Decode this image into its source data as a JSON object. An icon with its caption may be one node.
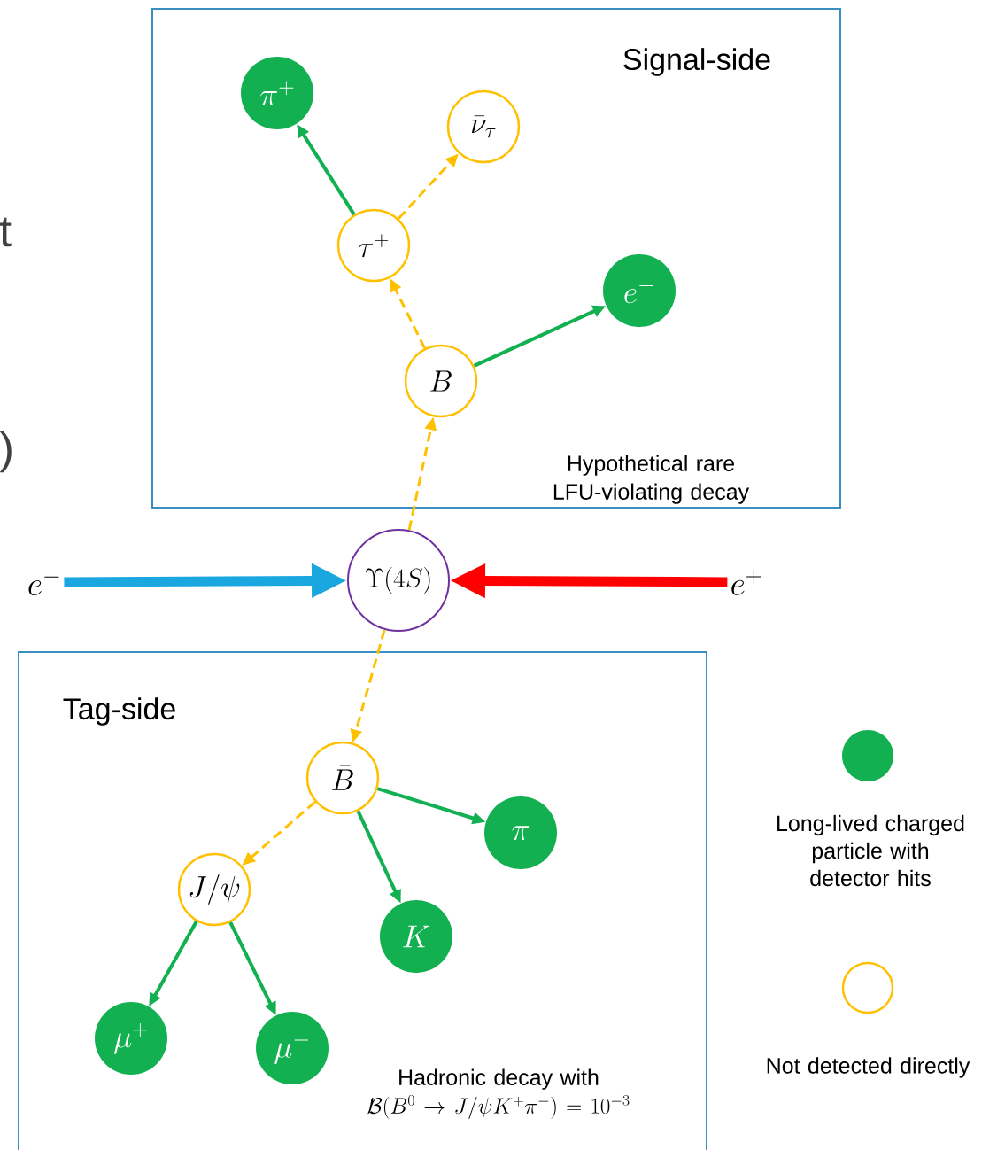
{
  "diagram": {
    "nodes": [
      {
        "text": [
          "Signal-side",
          "Hypothetical rare LFU-violating decay"
        ]
      },
      {
        "text": [
          "\\pi^{+}"
        ],
        "in": 0
      },
      {
        "text": [
          "\\bar{\\nu}_{\\tau}"
        ],
        "in": 0
      },
      {
        "text": [
          "\\tau^{+}"
        ],
        "in": 0
      },
      {
        "text": [
          "e^{-}"
        ],
        "in": 0
      },
      {
        "text": [
          "B"
        ],
        "in": 0
      },
      {
        "text": [
          "\\Upsilon(4S)"
        ]
      },
      {
        "text": [
          "e^{-}"
        ]
      },
      {
        "text": [
          "e^{+}"
        ]
      },
      {
        "text": [
          "Tag-side",
          "Hadronic decay with",
          "\\mathcal{B}(B^{0}\\to J/\\psi K^{+}\\pi^{-}) = 10^{-3}"
        ]
      },
      {
        "text": [
          "\\bar{B}"
        ],
        "in": 9
      },
      {
        "text": [
          "\\pi"
        ],
        "in": 9
      },
      {
        "text": [
          "J/\\psi"
        ],
        "in": 9
      },
      {
        "text": [
          "K"
        ],
        "in": 9
      },
      {
        "text": [
          "\\mu^{+}"
        ],
        "in": 9
      },
      {
        "text": [
          "\\mu^{-}"
        ],
        "in": 9
      }
    ],
    "edges": [
      {
        "from": 6,
        "to": 5,
        "arrow": "to",
        "style": "dashed",
        "color": "#ffc000"
      },
      {
        "from": 5,
        "to": 3,
        "arrow": "to",
        "style": "dashed",
        "color": "#ffc000"
      },
      {
        "from": 3,
        "to": 2,
        "arrow": "to",
        "style": "dashed",
        "color": "#ffc000"
      },
      {
        "from": 3,
        "to": 1,
        "arrow": "to"
      },
      {
        "from": 5,
        "to": 4,
        "arrow": "to"
      },
      {
        "from": 7,
        "to": 6,
        "arrow": "to",
        "style": "thick",
        "color": "#1aa7e0"
      },
      {
        "from": 8,
        "to": 6,
        "arrow": "to",
        "style": "thick",
        "color": "#ff0000"
      },
      {
        "from": 6,
        "to": 10,
        "arrow": "to",
        "style": "dashed",
        "color": "#ffc000"
      },
      {
        "from": 10,
        "to": 11,
        "arrow": "to"
      },
      {
        "from": 10,
        "to": 13,
        "arrow": "to"
      },
      {
        "from": 10,
        "to": 12,
        "arrow": "to",
        "style": "dashed",
        "color": "#ffc000"
      },
      {
        "from": 12,
        "to": 14,
        "arrow": "to"
      },
      {
        "from": 12,
        "to": 15,
        "arrow": "to"
      }
    ],
    "labels": [
      "t",
      ")"
    ],
    "legend": [
      {
        "text": "Long-lived charged particle with detector hits"
      },
      {
        "text": "Not detected directly"
      }
    ]
  }
}
